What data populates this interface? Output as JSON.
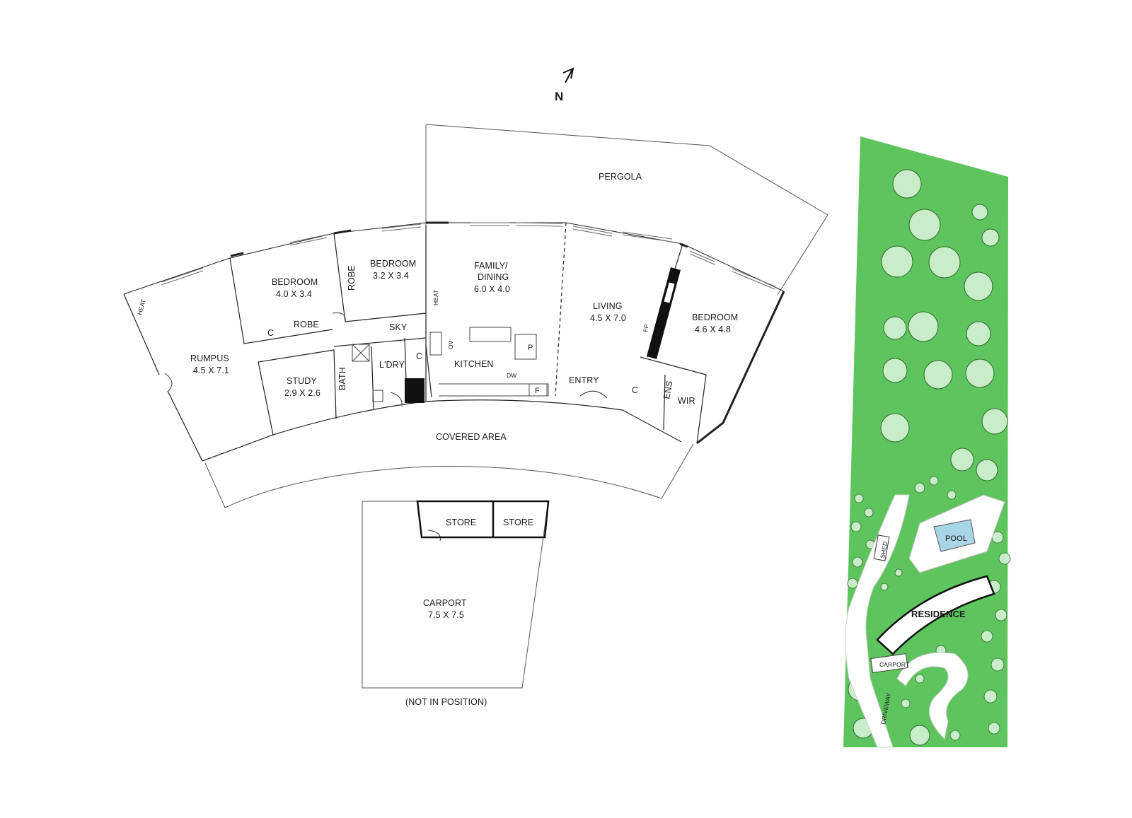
{
  "north": "N",
  "rooms": {
    "pergola": "PERGOLA",
    "bed1_name": "BEDROOM",
    "bed1_size": "4.0 X 3.4",
    "bed2_name": "BEDROOM",
    "bed2_size": "3.2 X 3.4",
    "family_name": "FAMILY/",
    "family_name2": "DINING",
    "family_size": "6.0 X 4.0",
    "living_name": "LIVING",
    "living_size": "4.5 X 7.0",
    "master_name": "BEDROOM",
    "master_size": "4.6 X 4.8",
    "rumpus_name": "RUMPUS",
    "rumpus_size": "4.5 X 7.1",
    "study_name": "STUDY",
    "study_size": "2.9 X 2.6",
    "robe1": "ROBE",
    "robe2": "ROBE",
    "c1": "C",
    "c2": "C",
    "c3": "C",
    "heat1": "HEAT",
    "heat2": "HEAT",
    "bath": "BATH",
    "sky": "SKY",
    "ldry": "L'DRY",
    "ov": "OV",
    "kitchen": "KITCHEN",
    "p": "P",
    "dw": "DW",
    "f": "F",
    "entry": "ENTRY",
    "fp": "FP",
    "ens": "ENS",
    "wir": "WIR",
    "covered": "COVERED AREA",
    "store1": "STORE",
    "store2": "STORE",
    "carport_name": "CARPORT",
    "carport_size": "7.5 X 7.5",
    "not_in_position": "(NOT IN POSITION)"
  },
  "site": {
    "pool": "POOL",
    "shed": "SHED",
    "residence": "RESIDENCE",
    "carport": "CARPORT",
    "driveway": "DRIVEWAY"
  },
  "colors": {
    "lawn": "#5ec45e",
    "tree": "#c9ecc9",
    "pool": "#a9d6e6",
    "wall": "#111111"
  }
}
